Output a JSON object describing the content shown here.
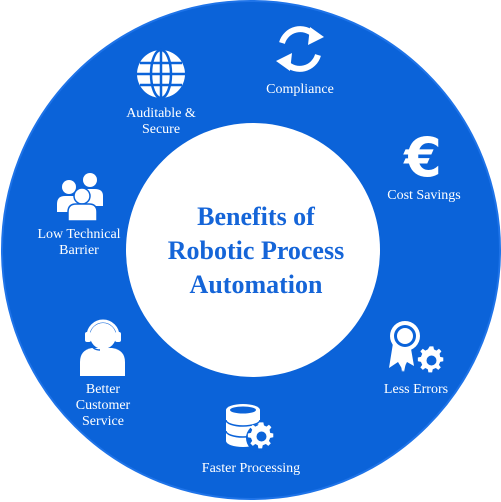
{
  "colors": {
    "ring": "#0b63d9",
    "ring_edge": "#1e73e8",
    "center_fill": "#ffffff",
    "title": "#1565d8",
    "icon": "#ffffff",
    "label": "#ffffff"
  },
  "center": {
    "title": "Benefits of\nRobotic Process\nAutomation"
  },
  "benefits": [
    {
      "label": "Compliance",
      "icon": "refresh-cycle-icon"
    },
    {
      "label": "Cost Savings",
      "icon": "euro-icon"
    },
    {
      "label": "Less Errors",
      "icon": "award-gear-icon"
    },
    {
      "label": "Faster Processing",
      "icon": "database-gear-icon"
    },
    {
      "label": "Better\nCustomer\nService",
      "icon": "headset-agent-icon"
    },
    {
      "label": "Low Technical\nBarrier",
      "icon": "users-group-icon"
    },
    {
      "label": "Auditable &\nSecure",
      "icon": "globe-icon"
    }
  ]
}
